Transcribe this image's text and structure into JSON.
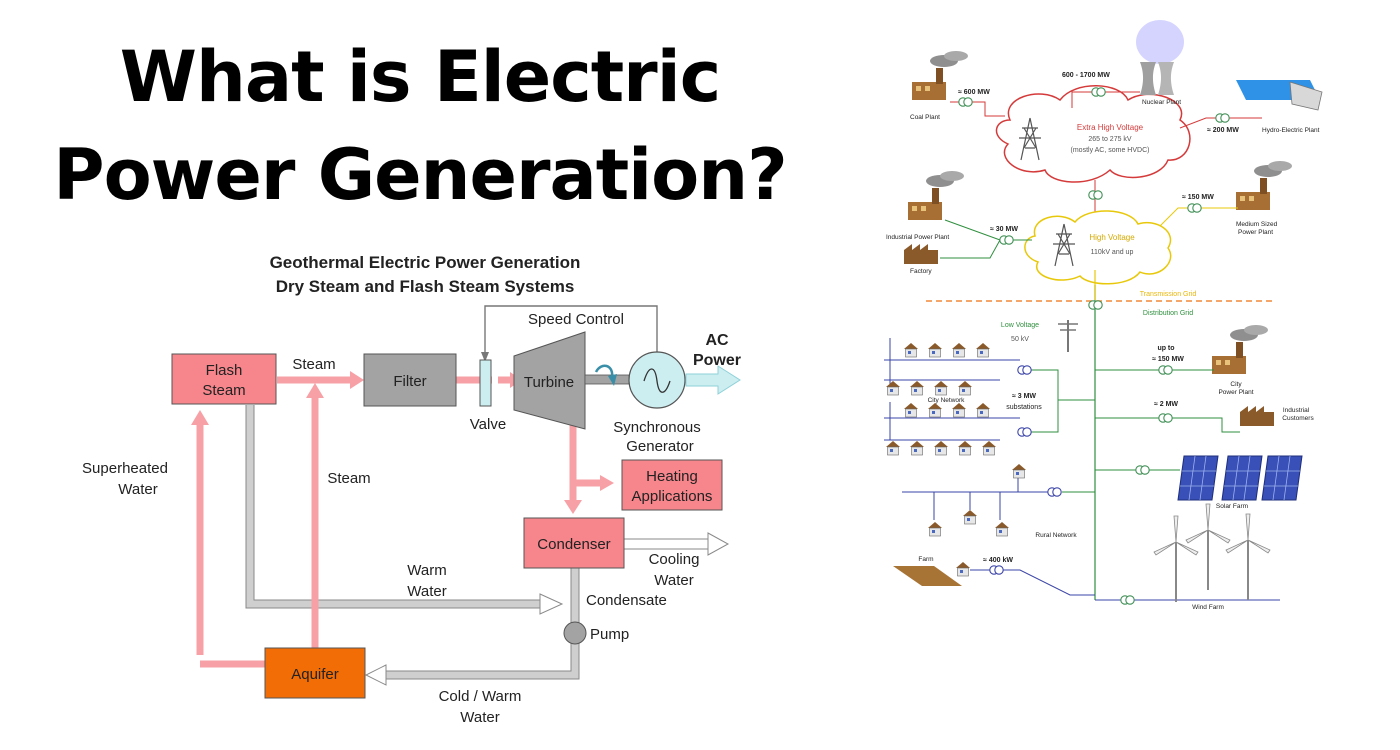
{
  "page": {
    "title_line_1": "What is Electric",
    "title_line_2": "Power Generation?"
  },
  "colors": {
    "pink_box": "#f6868c",
    "pink_stroke": "#f7a1a6",
    "orange_box": "#f36d06",
    "gray_box": "#a3a3a3",
    "teal_stroke": "#8dd1d8",
    "teal_fill": "#cdeef1",
    "grid_red": "#d53a3a",
    "grid_yellow": "#e8c80a",
    "grid_green": "#2f8f3e",
    "grid_blue": "#3b44a8"
  },
  "geothermal": {
    "heading_1": "Geothermal Electric Power Generation",
    "heading_2": "Dry Steam and Flash Steam Systems",
    "flash_steam_1": "Flash",
    "flash_steam_2": "Steam",
    "steam_top": "Steam",
    "filter": "Filter",
    "valve": "Valve",
    "turbine": "Turbine",
    "speed_control": "Speed Control",
    "ac_power_1": "AC",
    "ac_power_2": "Power",
    "sync_gen_1": "Synchronous",
    "sync_gen_2": "Generator",
    "heating_1": "Heating",
    "heating_2": "Applications",
    "superheated_1": "Superheated",
    "superheated_2": "Water",
    "steam_mid": "Steam",
    "condenser": "Condenser",
    "cooling_1": "Cooling",
    "cooling_2": "Water",
    "warm_water_1": "Warm",
    "warm_water_2": "Water",
    "condensate": "Condensate",
    "pump": "Pump",
    "aquifer": "Aquifer",
    "cold_warm_1": "Cold / Warm",
    "cold_warm_2": "Water"
  },
  "grid": {
    "coal_mw": "≈ 600  MW",
    "coal_plant": "Coal Plant",
    "nuclear_mw": "600 - 1700  MW",
    "nuclear_plant": "Nuclear Plant",
    "hydro_mw": "≈ 200  MW",
    "hydro_plant": "Hydro-Electric Plant",
    "ehv_1": "Extra High Voltage",
    "ehv_2": "265 to 275 kV",
    "ehv_3": "(mostly AC, some HVDC)",
    "industrial_plant": "Industrial Power Plant",
    "industrial_mw": "≈ 30 MW",
    "factory": "Factory",
    "hv_1": "High Voltage",
    "hv_2": "110kV and up",
    "medium_mw": "≈ 150  MW",
    "medium_plant_1": "Medium Sized",
    "medium_plant_2": "Power Plant",
    "transmission_grid": "Transmission Grid",
    "distribution_grid": "Distribution Grid",
    "lv_1": "Low Voltage",
    "lv_2": "50 kV",
    "city_network": "City Network",
    "substations_1": "≈ 3  MW",
    "substations_2": "substations",
    "upto_1": "up to",
    "upto_2": "≈ 150  MW",
    "city_plant_1": "City",
    "city_plant_2": "Power Plant",
    "ind_mw": "≈ 2  MW",
    "ind_cust_1": "Industrial",
    "ind_cust_2": "Customers",
    "solar_farm": "Solar Farm",
    "rural_network": "Rural Network",
    "farm": "Farm",
    "farm_kw": "≈ 400 kW",
    "wind_farm": "Wind Farm"
  }
}
